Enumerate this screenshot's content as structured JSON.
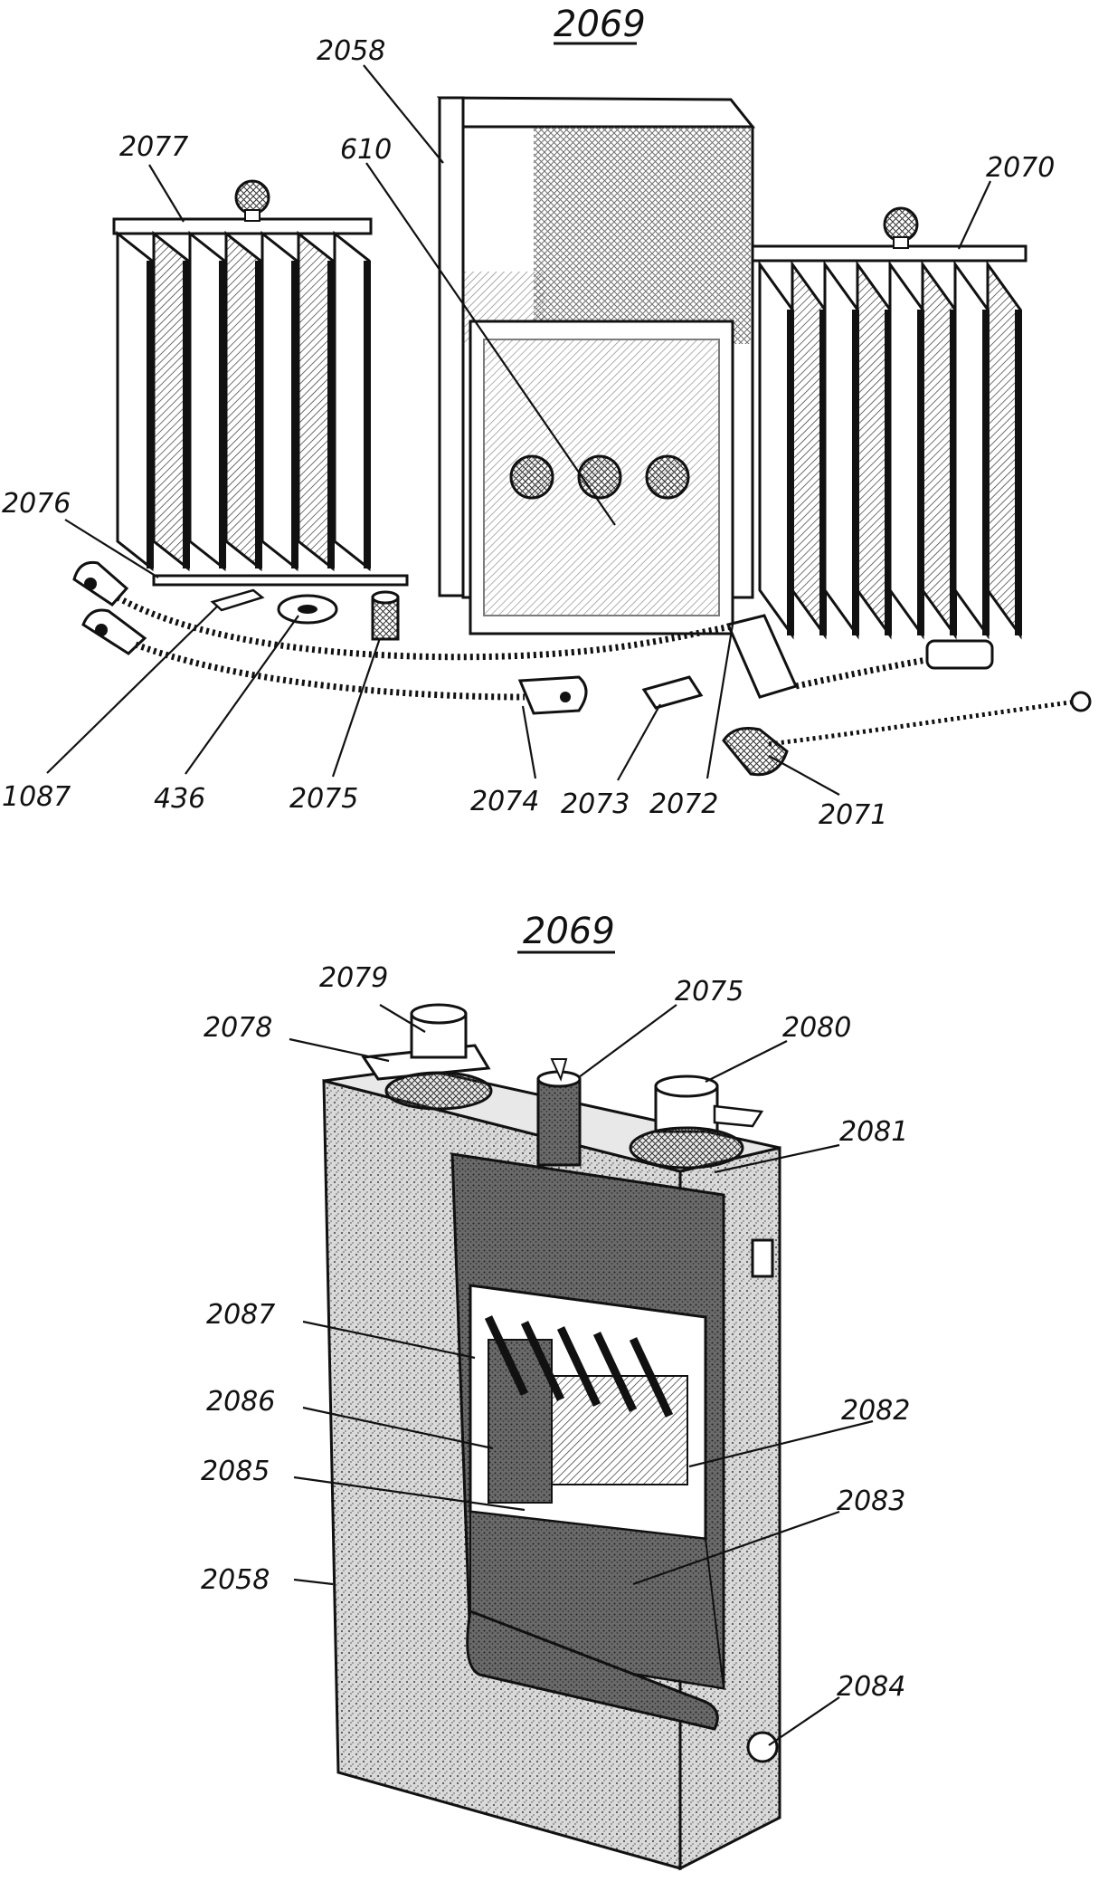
{
  "figures": [
    {
      "title": "2069",
      "labels": [
        "2058",
        "610",
        "2077",
        "2070",
        "2076",
        "1087",
        "436",
        "2075",
        "2074",
        "2073",
        "2072",
        "2071"
      ]
    },
    {
      "title": "2069",
      "labels": [
        "2079",
        "2078",
        "2075",
        "2080",
        "2081",
        "2087",
        "2086",
        "2082",
        "2085",
        "2083",
        "2058",
        "2084"
      ]
    }
  ],
  "colors": {
    "ink": "#111111",
    "paper": "#ffffff",
    "shade": "#cfcfcf"
  }
}
